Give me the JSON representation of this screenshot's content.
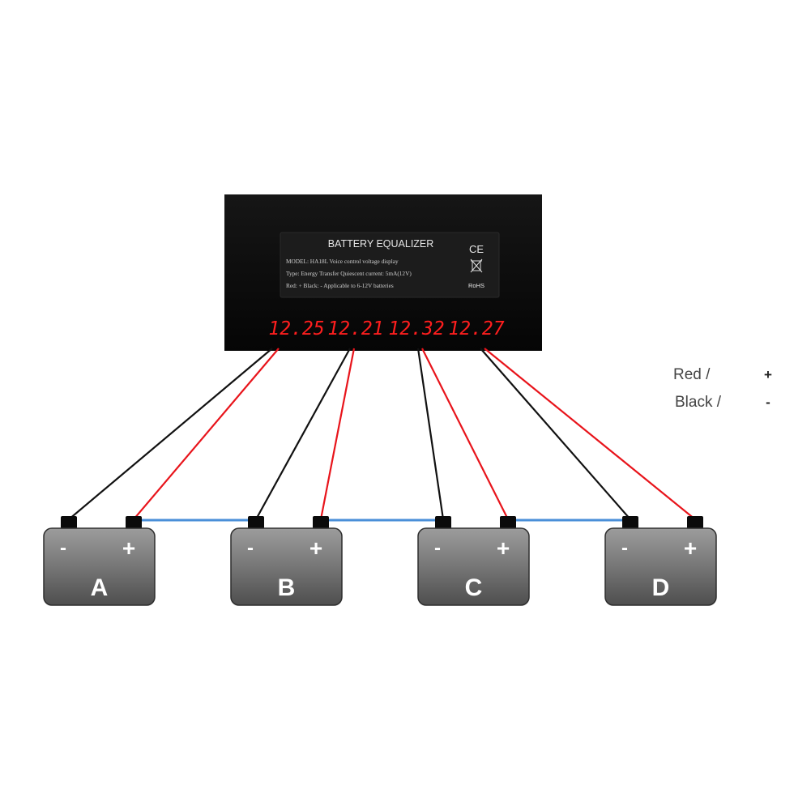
{
  "device": {
    "title": "BATTERY EQUALIZER",
    "label_lines": [
      "MODEL: HA18L   Voice control voltage display",
      "Type: Energy Transfer   Quiescent current: 5mA(12V)",
      "Red: +   Black: -     Applicable to 6-12V batteries"
    ],
    "marks": [
      "CE",
      "RoHS"
    ],
    "readings": [
      "12.25",
      "12.21",
      "12.32",
      "12.27"
    ],
    "colors": {
      "body": "#0c0c0c",
      "label": "#1a1a1a",
      "led": "#ff1e1e"
    }
  },
  "legend": {
    "items": [
      {
        "label": "Red /",
        "symbol": "+"
      },
      {
        "label": "Black /",
        "symbol": "-"
      }
    ]
  },
  "batteries": [
    {
      "name": "A",
      "neg": "-",
      "pos": "+"
    },
    {
      "name": "B",
      "neg": "-",
      "pos": "+"
    },
    {
      "name": "C",
      "neg": "-",
      "pos": "+"
    },
    {
      "name": "D",
      "neg": "-",
      "pos": "+"
    }
  ],
  "wire_colors": {
    "positive": "#e8141b",
    "negative": "#111111",
    "series_link": "#4a8fd8"
  }
}
